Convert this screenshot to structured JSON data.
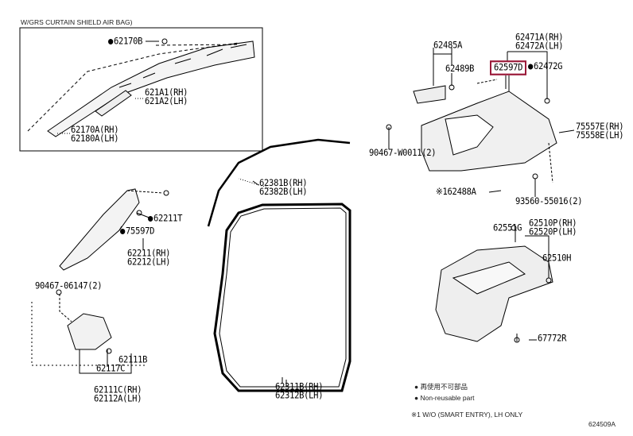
{
  "inset_title": "W/GRS CURTAIN SHIELD AIR BAG)",
  "labels": {
    "p62170B": "62170B",
    "p621A1": "621A1(RH)",
    "p621A2": "621A2(LH)",
    "p62170A": "62170A(RH)",
    "p62180A": "62180A(LH)",
    "p62485A": "62485A",
    "p62489B": "62489B",
    "p62597D": "62597D",
    "p62472G": "62472G",
    "p62471A": "62471A(RH)",
    "p62472A": "62472A(LH)",
    "p75557E": "75557E(RH)",
    "p75558E": "75558E(LH)",
    "p90467W": "90467-W0011(2)",
    "p62488A": "※162488A",
    "p93560": "93560-55016(2)",
    "p62381B": "62381B(RH)",
    "p62382B": "62382B(LH)",
    "p62211T": "62211T",
    "p75597D": "75597D",
    "p62211": "62211(RH)",
    "p62212": "62212(LH)",
    "p90467_06": "90467-06147(2)",
    "p62111B": "62111B",
    "p62117C": "62117C",
    "p62111C": "62111C(RH)",
    "p62112A": "62112A(LH)",
    "p62311B": "62311B(RH)",
    "p62312B": "62312B(LH)",
    "p62551G": "62551G",
    "p62510P": "62510P(RH)",
    "p62520P": "62520P(LH)",
    "p62510H": "62510H",
    "p67772R": "67772R"
  },
  "legend": {
    "jp": "再使用不可部品",
    "en": "Non-reusable part",
    "note": "※1 W/O (SMART ENTRY), LH ONLY"
  },
  "diagram_code": "624509A",
  "highlight_color": "#9b1b3a"
}
